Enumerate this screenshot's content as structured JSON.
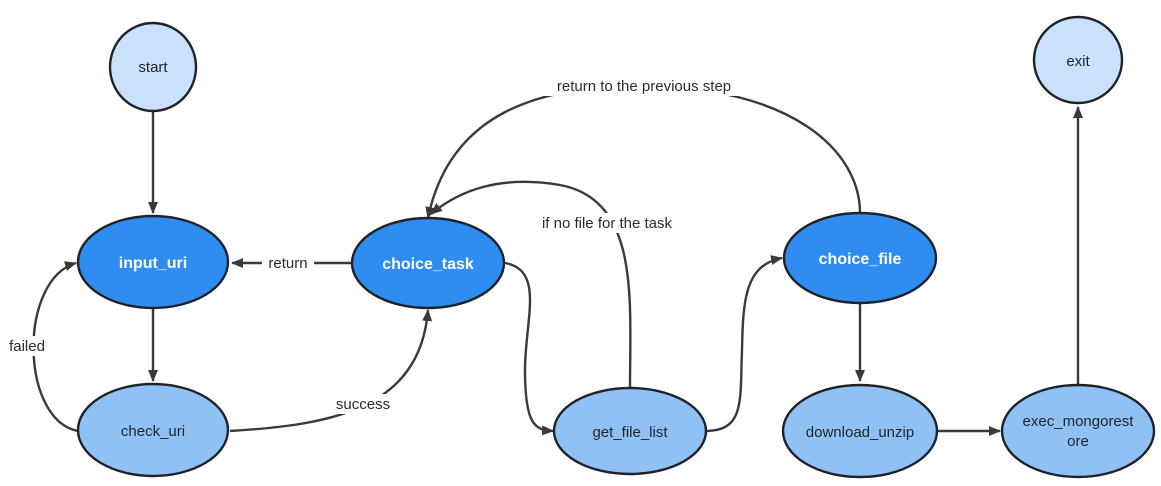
{
  "colors": {
    "primary_node": "#2f8cf0",
    "secondary_node": "#8fc1f5",
    "terminal_node": "#c9e1fb",
    "outline": "#1f2329",
    "edge": "#3a3a3a"
  },
  "nodes": {
    "start": "start",
    "input_uri": "input_uri",
    "check_uri": "check_uri",
    "choice_task": "choice_task",
    "get_file_list": "get_file_list",
    "choice_file": "choice_file",
    "download_unzip": "download_unzip",
    "exec_mongorestore_line1": "exec_mongorest",
    "exec_mongorestore_line2": "ore",
    "exit": "exit"
  },
  "edges": {
    "return": "return",
    "failed": "failed",
    "success": "success",
    "no_file": "if no file for the task",
    "previous_step": "return to the previous step"
  }
}
